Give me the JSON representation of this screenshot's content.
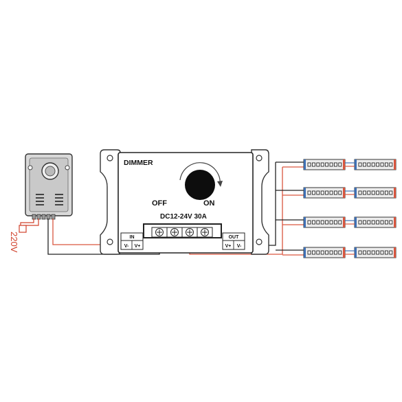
{
  "dimmer": {
    "title": "DIMMER",
    "off_label": "OFF",
    "on_label": "ON",
    "rating": "DC12-24V 30A",
    "in_label": "IN",
    "in_terminals": [
      "V-",
      "V+"
    ],
    "out_label": "OUT",
    "out_terminals": [
      "V+",
      "V-"
    ]
  },
  "power_supply": {
    "mains_label": "220V"
  },
  "colors": {
    "positive_wire": "#d9563f",
    "negative_wire": "#222222",
    "strip_bicolor": "#3e6fb3"
  },
  "led_strips": {
    "count": 4,
    "segments_per_strip": 2
  }
}
